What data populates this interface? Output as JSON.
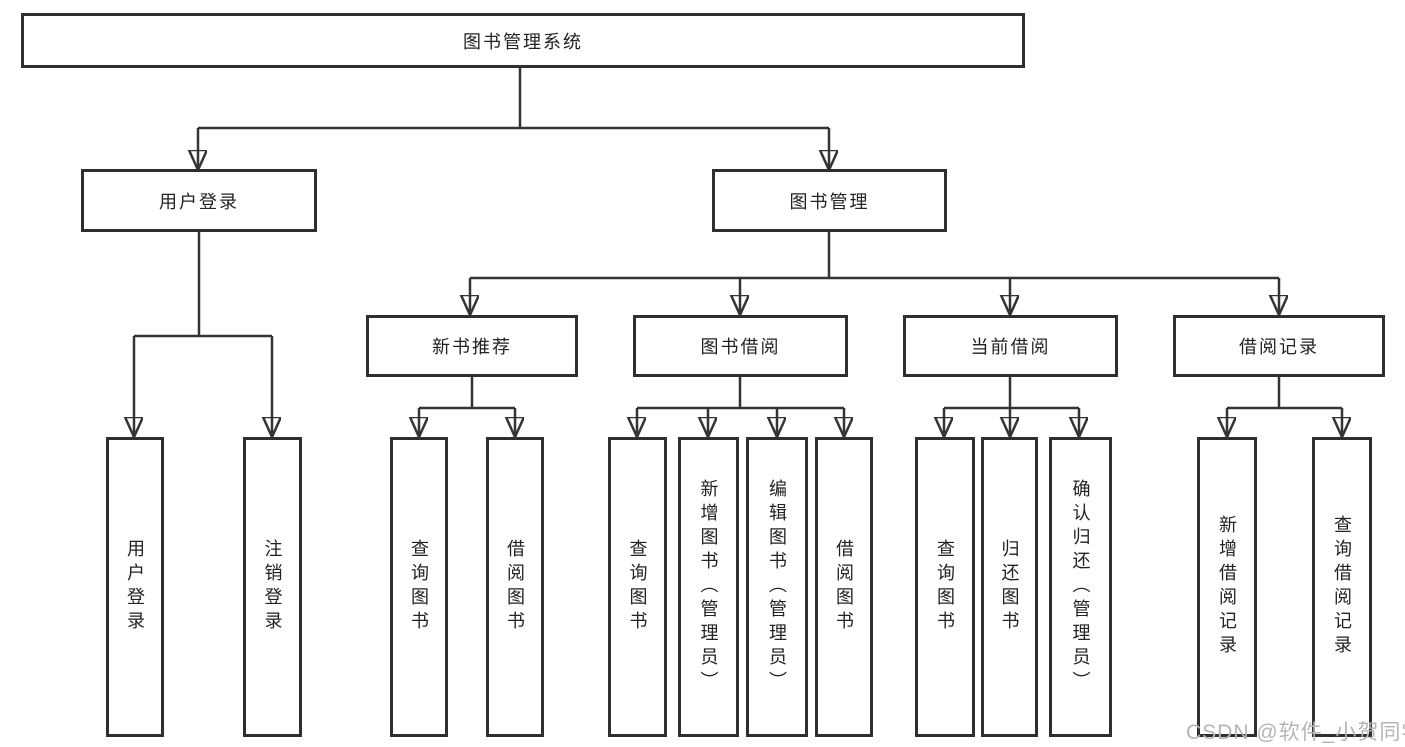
{
  "diagram": {
    "title": "图书管理系统",
    "level2": [
      "用户登录",
      "图书管理"
    ],
    "level3": [
      "新书推荐",
      "图书借阅",
      "当前借阅",
      "借阅记录"
    ],
    "leaves": {
      "login": [
        "用户登录",
        "注销登录"
      ],
      "recommend": [
        "查询图书",
        "借阅图书"
      ],
      "borrow": [
        "查询图书",
        "新增图书（管理员）",
        "编辑图书（管理员）",
        "借阅图书"
      ],
      "current": [
        "查询图书",
        "归还图书",
        "确认归还（管理员）"
      ],
      "records": [
        "新增借阅记录",
        "查询借阅记录"
      ]
    }
  },
  "watermark": "CSDN @软件_小贺同学",
  "colors": {
    "line": "#343434",
    "border": "#2f2f2f",
    "text": "#222222",
    "watermark": "#b5b5b5",
    "background": "#ffffff"
  }
}
